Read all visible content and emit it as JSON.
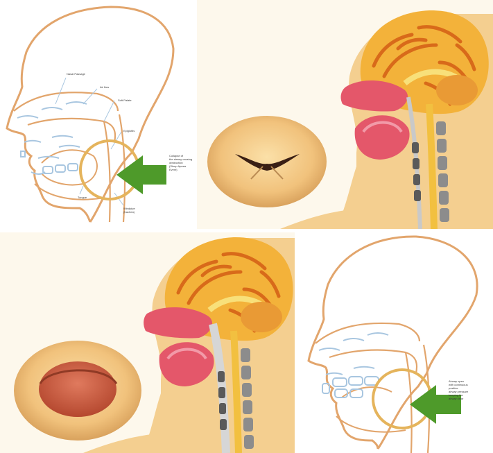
{
  "panels": [
    {
      "id": "outline-closed-arrow",
      "labels": {
        "nasal_passage": "Nasal Passage",
        "air_flow": "Air flow",
        "soft_palate": "Soft Palate",
        "epiglottis": "Epiglottis",
        "callout": "Collapse of\nthe airway causing\nobstruction\n(Sleep Apnea\nEvent)",
        "tongue": "Tongue",
        "windpipe": "Windpipe\n(trachea)"
      },
      "arrow_color": "#4e9a2a",
      "ring_color": "#e5b45c"
    },
    {
      "id": "illustrated-closed-airway",
      "airway_state": "closed"
    },
    {
      "id": "illustrated-open-airway",
      "airway_state": "open"
    },
    {
      "id": "outline-open-arrow",
      "labels": {
        "callout": "Airway open\nwith continuous\npositive\nairway pressure\nkeeping the\nairway clear"
      },
      "arrow_color": "#4e9a2a",
      "ring_color": "#e5b45c"
    }
  ],
  "colors": {
    "outline": "#e2a56c",
    "skin": "#f2c987",
    "brain_base": "#f3b23a",
    "brain_folds": "#d86a1a",
    "nasal_pink": "#e4576a",
    "pink_light": "#f29aa8",
    "spine_gray": "#8c8c8c"
  }
}
